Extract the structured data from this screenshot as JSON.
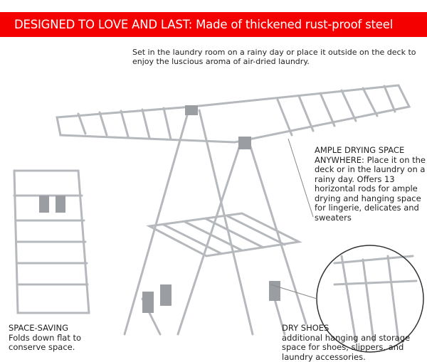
{
  "banner": {
    "text": "DESIGNED TO LOVE AND LAST: Made of thickened rust-proof steel",
    "color": "#f40000"
  },
  "intro": {
    "text": "Set in the laundry room on a rainy day or place it outside on the deck to enjoy the luscious aroma of air-dried laundry."
  },
  "ample": {
    "text": "AMPLE DRYING SPACE ANYWHERE: Place it on the deck or in the laundry on a rainy day. Offers 13 horizontal rods for ample drying and hanging space for lingerie, delicates and sweaters"
  },
  "space_saving": {
    "title": "SPACE-SAVING",
    "text": "Folds down flat to conserve space."
  },
  "dry_shoes": {
    "title": "DRY SHOES",
    "text": "additional hanging and storage space for shoes, slippers, and laundry accessories."
  }
}
